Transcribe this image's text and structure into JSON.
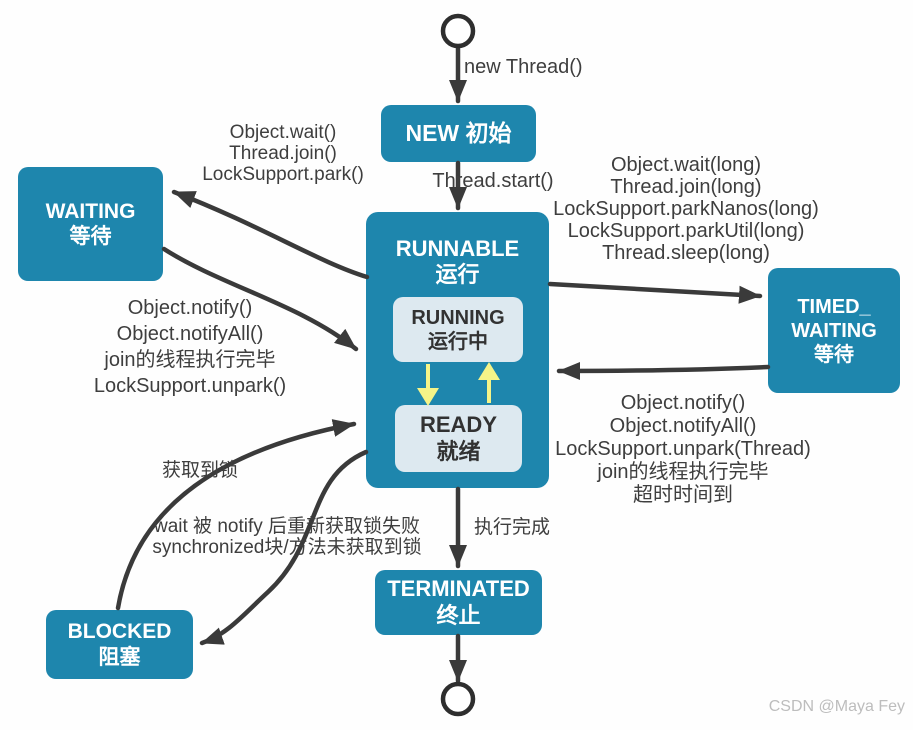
{
  "colors": {
    "node_fill": "#1e86ad",
    "inner_fill": "#dde9f0",
    "arrow": "#3a3a3a",
    "yellow_arrow": "#f5f488",
    "label_text": "#3e3e3e",
    "watermark_text": "#bdbdbd"
  },
  "nodes": {
    "new": {
      "title": "NEW 初始"
    },
    "runnable": {
      "title": "RUNNABLE",
      "subtitle": "运行"
    },
    "running": {
      "title": "RUNNING",
      "subtitle": "运行中"
    },
    "ready": {
      "title": "READY",
      "subtitle": "就绪"
    },
    "waiting": {
      "title": "WAITING",
      "subtitle": "等待"
    },
    "timed_waiting": {
      "line1": "TIMED_",
      "line2": "WAITING",
      "line3": "等待"
    },
    "blocked": {
      "title": "BLOCKED",
      "subtitle": "阻塞"
    },
    "terminated": {
      "title": "TERMINATED",
      "subtitle": "终止"
    }
  },
  "edge_labels": {
    "new_thread": "new Thread()",
    "thread_start": "Thread.start()",
    "runnable_to_waiting": [
      "Object.wait()",
      "Thread.join()",
      "LockSupport.park()"
    ],
    "runnable_to_timed": [
      "Object.wait(long)",
      "Thread.join(long)",
      "LockSupport.parkNanos(long)",
      "LockSupport.parkUtil(long)",
      "Thread.sleep(long)"
    ],
    "waiting_to_runnable": [
      "Object.notify()",
      "Object.notifyAll()",
      "join的线程执行完毕",
      "LockSupport.unpark()"
    ],
    "timed_to_runnable": [
      "Object.notify()",
      "Object.notifyAll()",
      "LockSupport.unpark(Thread)",
      "join的线程执行完毕",
      "超时时间到"
    ],
    "blocked_to_runnable": "获取到锁",
    "runnable_to_blocked": [
      "wait 被 notify 后重新获取锁失败",
      "synchronized块/方法未获取到锁"
    ],
    "runnable_to_terminated": "执行完成"
  },
  "watermark": "CSDN @Maya Fey"
}
